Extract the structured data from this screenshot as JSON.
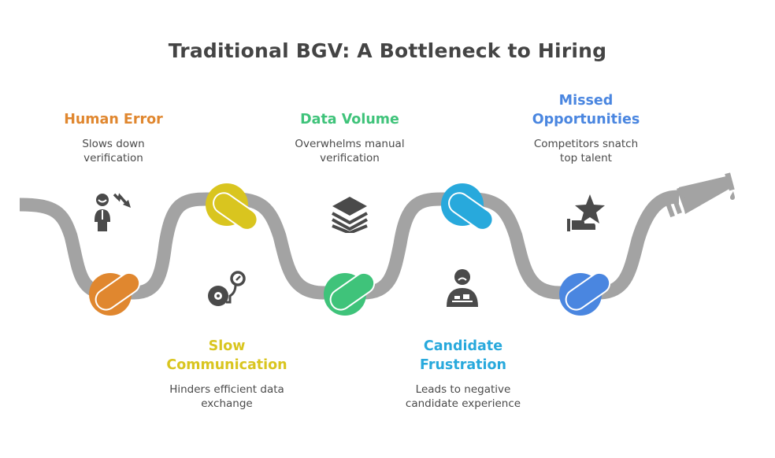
{
  "title": "Traditional BGV: A Bottleneck to Hiring",
  "items": [
    {
      "heading": "Human Error",
      "description_line1": "Slows down",
      "description_line2": "verification",
      "color": "#E0872F",
      "icon": "person-decline-icon",
      "position": "top"
    },
    {
      "heading_line1": "Slow",
      "heading_line2": "Communication",
      "description_line1": "Hinders efficient data",
      "description_line2": "exchange",
      "color": "#D9C51F",
      "icon": "tape-gauge-icon",
      "position": "bottom"
    },
    {
      "heading": "Data Volume",
      "description_line1": "Overwhelms manual",
      "description_line2": "verification",
      "color": "#3FC37A",
      "icon": "stacked-layers-icon",
      "position": "top"
    },
    {
      "heading_line1": "Candidate",
      "heading_line2": "Frustration",
      "description_line1": "Leads to negative",
      "description_line2": "candidate experience",
      "color": "#28A9DC",
      "icon": "frustrated-person-icon",
      "position": "bottom"
    },
    {
      "heading_line1": "Missed",
      "heading_line2": "Opportunities",
      "description_line1": "Competitors snatch",
      "description_line2": "top talent",
      "color": "#4A86E0",
      "icon": "star-hand-icon",
      "position": "top"
    }
  ],
  "colors": {
    "pipe": "#A3A3A3",
    "icon": "#4A4A4A",
    "title": "#444444"
  }
}
